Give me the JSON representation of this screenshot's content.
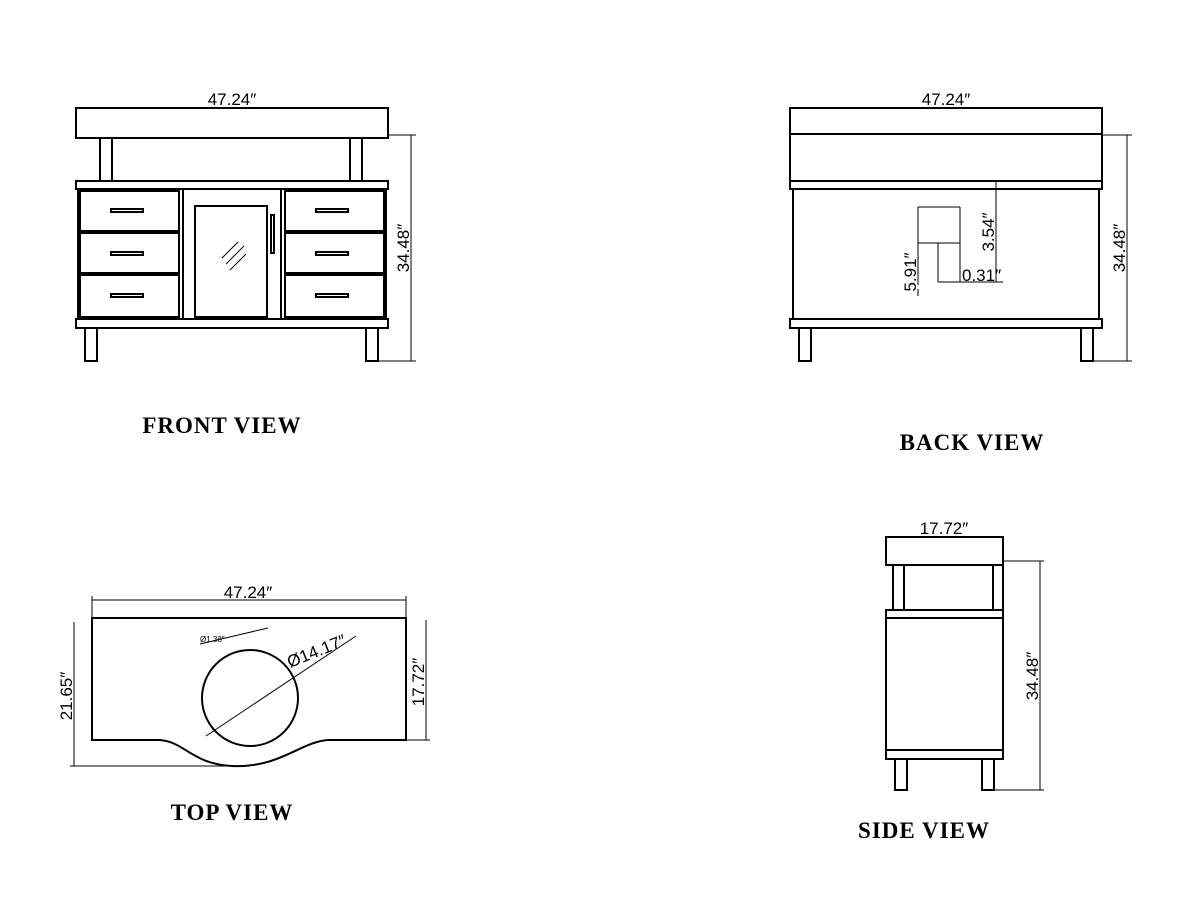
{
  "views": {
    "front": {
      "caption": "FRONT VIEW",
      "width": "47.24″",
      "height": "34.48″"
    },
    "back": {
      "caption": "BACK VIEW",
      "width": "47.24″",
      "height": "34.48″",
      "opening_height": "5.91″",
      "upper_height": "3.54″",
      "offset": "0.31″"
    },
    "top": {
      "caption": "TOP VIEW",
      "width": "47.24″",
      "depth": "21.65″",
      "side_depth": "17.72″",
      "sink_diameter": "Ø14.17″",
      "faucet_hole": "Ø1.38″"
    },
    "side": {
      "caption": "SIDE VIEW",
      "depth": "17.72″",
      "height": "34.48″"
    }
  }
}
